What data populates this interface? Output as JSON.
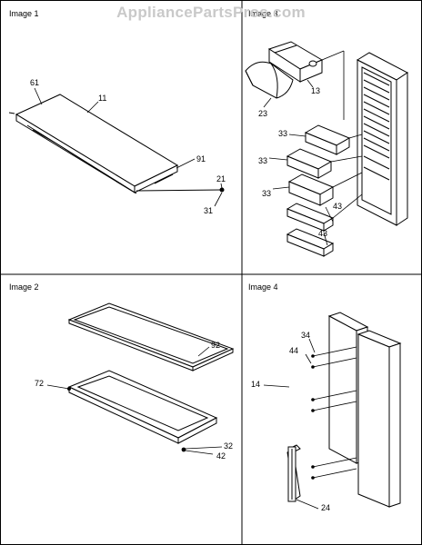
{
  "watermark": "AppliancePartsPros.com",
  "panels": [
    {
      "title": "Image 1",
      "callouts": [
        "61",
        "11",
        "91",
        "21",
        "31"
      ]
    },
    {
      "title": "Image 3",
      "callouts": [
        "13",
        "23",
        "33",
        "33",
        "33",
        "43",
        "43"
      ]
    },
    {
      "title": "Image 2",
      "callouts": [
        "92",
        "72",
        "32",
        "42"
      ]
    },
    {
      "title": "Image 4",
      "callouts": [
        "34",
        "44",
        "14",
        "24"
      ]
    }
  ]
}
